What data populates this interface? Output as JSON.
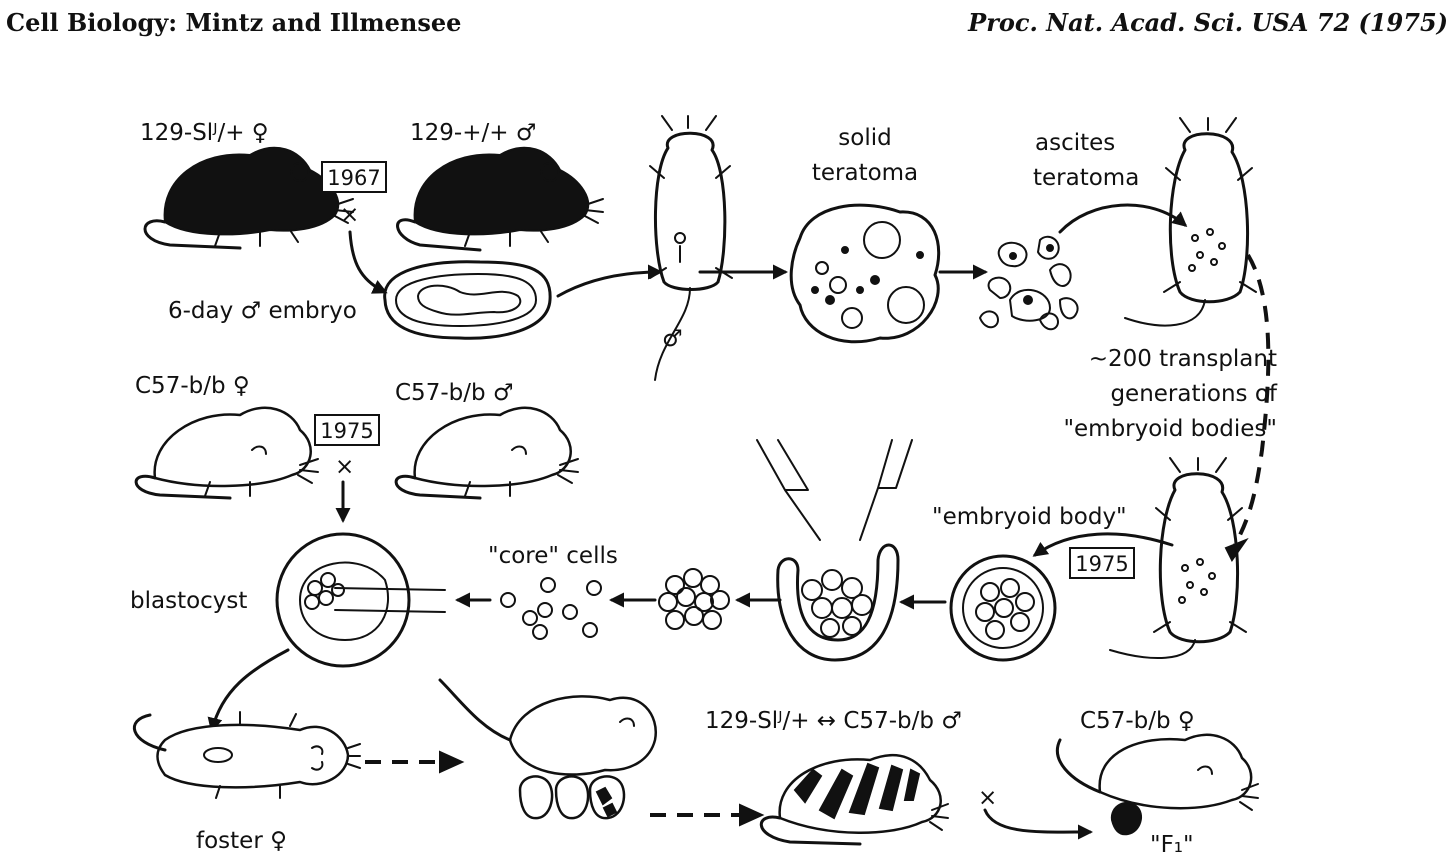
{
  "header": {
    "left": "Cell Biology:  Mintz and Illmensee",
    "right": "Proc. Nat. Acad. Sci. USA 72 (1975)"
  },
  "labels": {
    "mouse_129_sl_female": "129-Slᴶ/+ ♀",
    "mouse_129_wt_male": "129-+/+ ♂",
    "year_1967": "1967",
    "cross_symbol": "×",
    "embryo": "6-day ♂ embryo",
    "male_symbol": "♂",
    "solid_teratoma_1": "solid",
    "solid_teratoma_2": "teratoma",
    "ascites_teratoma_1": "ascites",
    "ascites_teratoma_2": "teratoma",
    "transplant_1": "~200 transplant",
    "transplant_2": "generations of",
    "transplant_3": "\"embryoid bodies\"",
    "mouse_c57_female": "C57-b/b ♀",
    "mouse_c57_male": "C57-b/b ♂",
    "year_1975_a": "1975",
    "embryoid_body": "\"embryoid  body\"",
    "year_1975_b": "1975",
    "core_cells": "\"core\" cells",
    "blastocyst": "blastocyst",
    "foster": "foster ♀",
    "chimera": "129-Slᴶ/+ ↔ C57-b/b ♂",
    "mouse_c57_female_2": "C57-b/b ♀",
    "f1": "\"F₁\""
  },
  "colors": {
    "ink": "#111111",
    "paper": "#ffffff"
  }
}
